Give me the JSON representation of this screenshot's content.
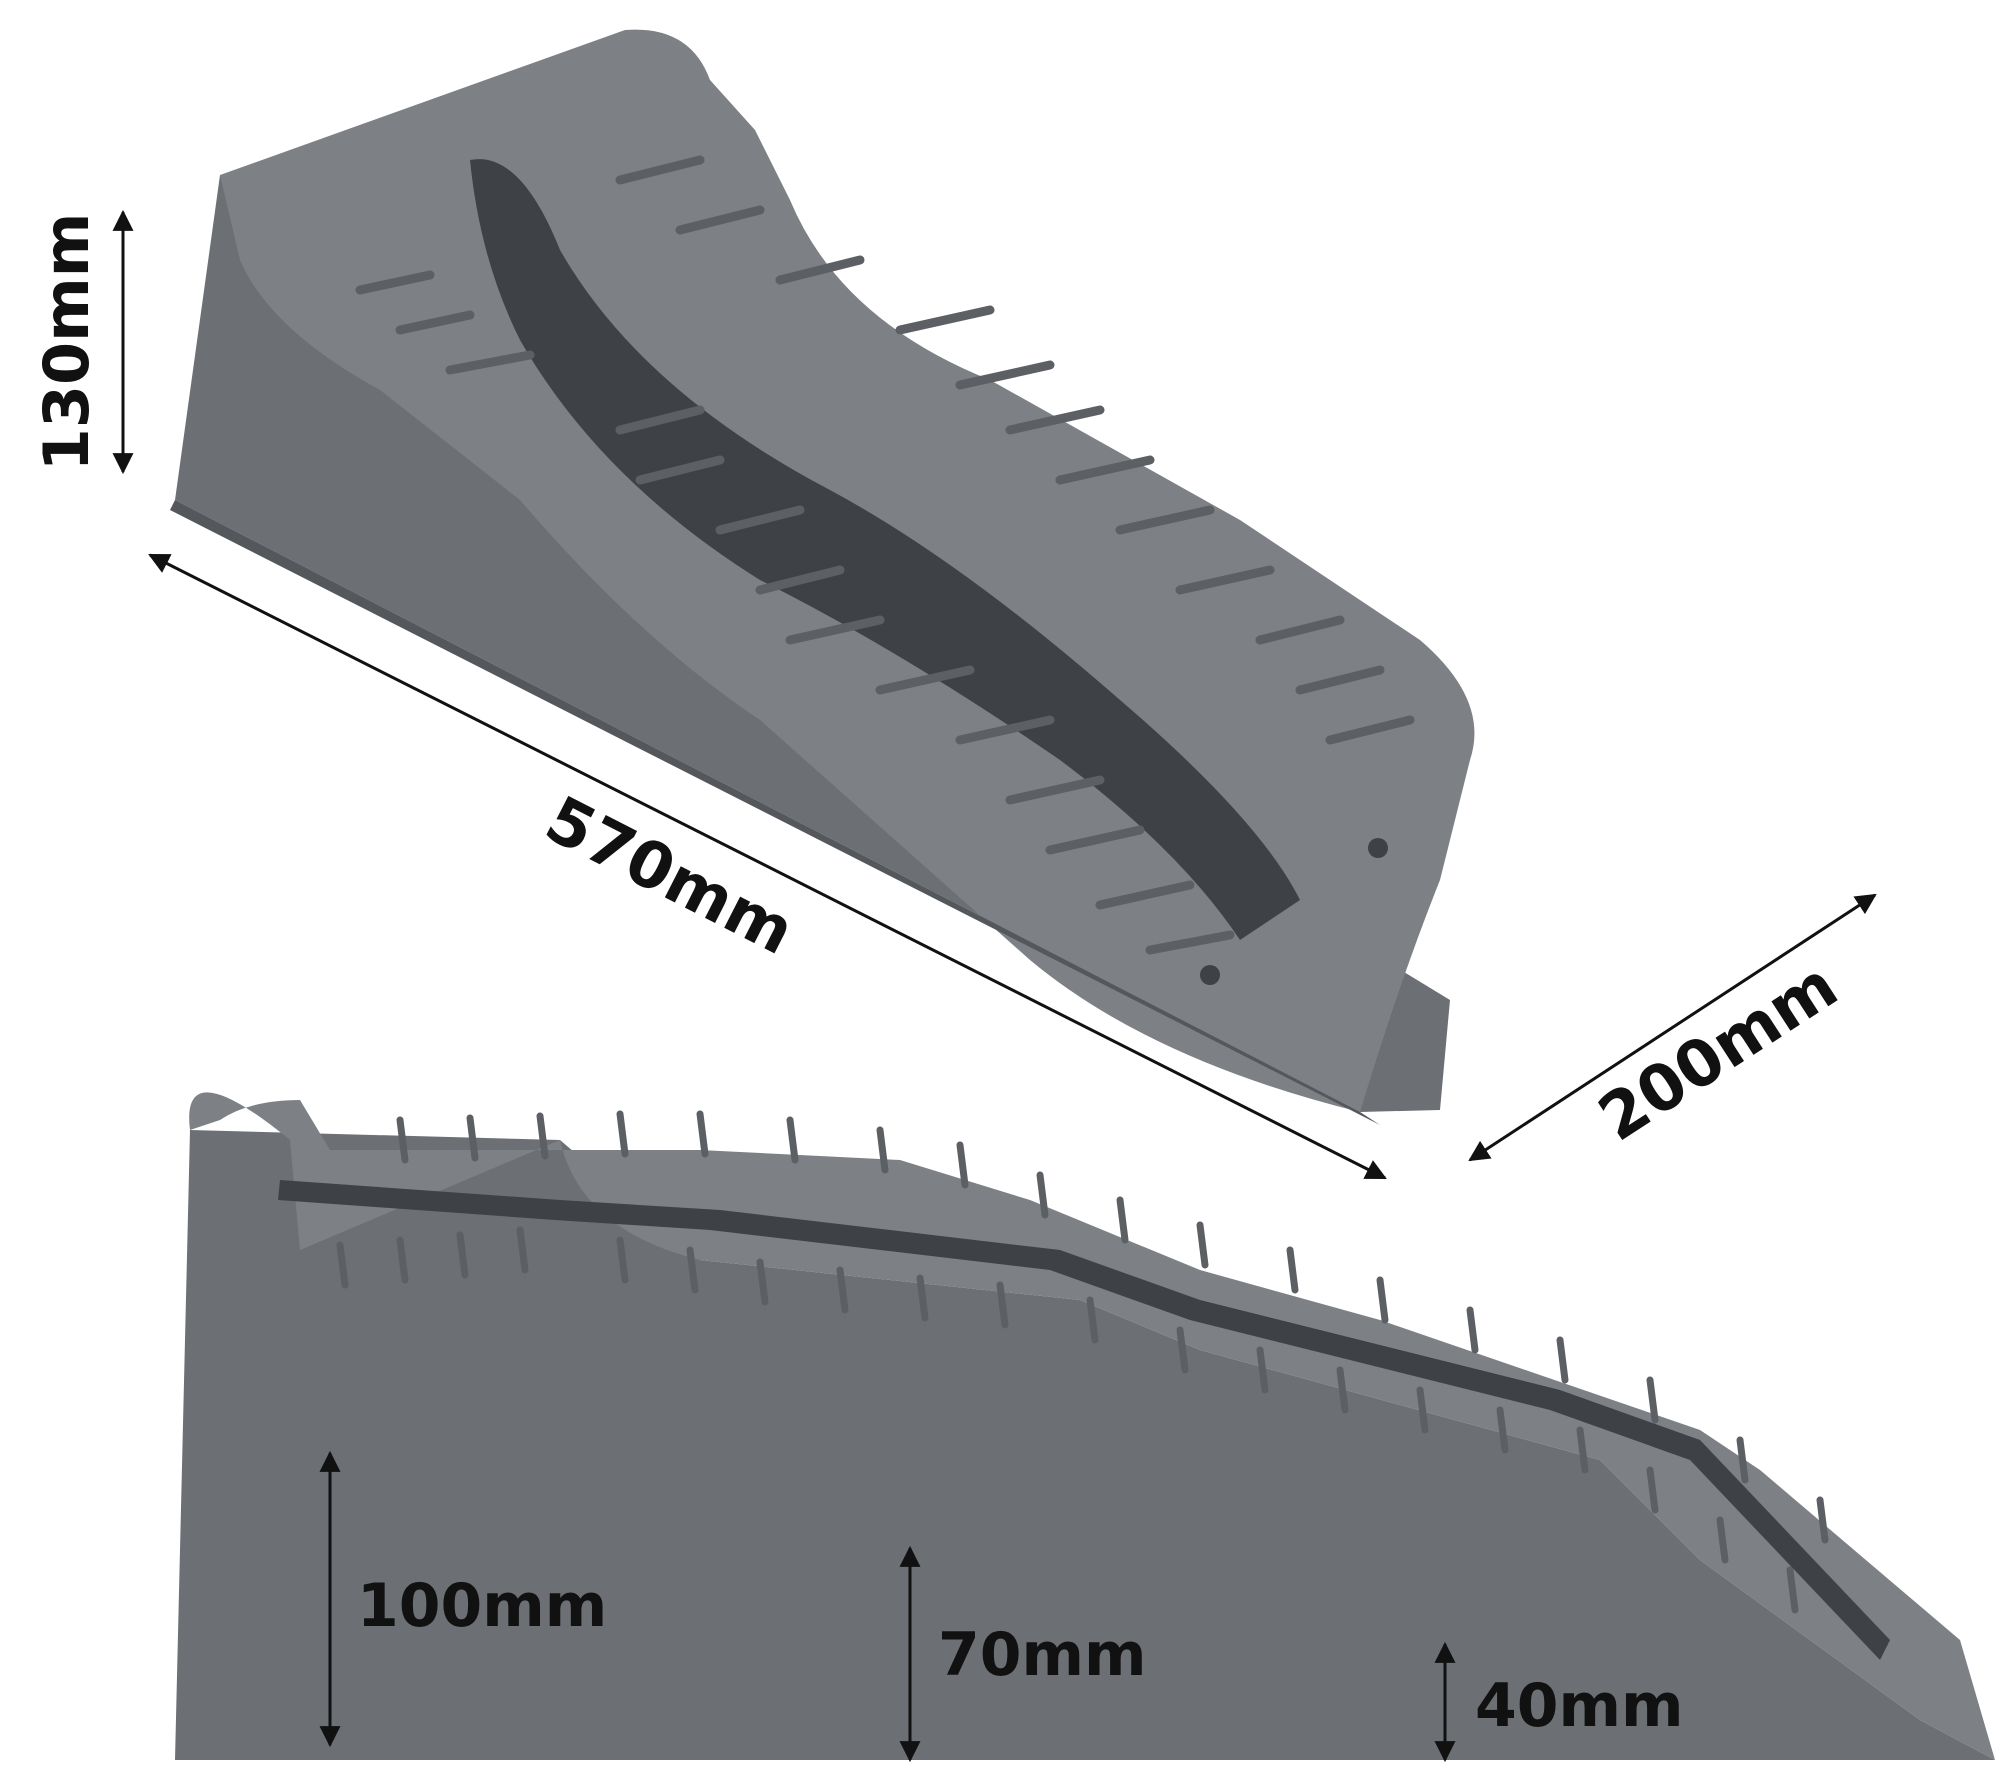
{
  "colors": {
    "background": "#ffffff",
    "ramp_top": "#7d8185",
    "ramp_side": "#6c7074",
    "ramp_dark": "#3e4145",
    "ramp_rib": "#5c6064",
    "dimension_text": "#111111"
  },
  "top_view": {
    "height_label": "130mm",
    "length_label": "570mm",
    "width_label": "200mm"
  },
  "side_view": {
    "step_high_label": "100mm",
    "step_mid_label": "70mm",
    "step_low_label": "40mm"
  }
}
